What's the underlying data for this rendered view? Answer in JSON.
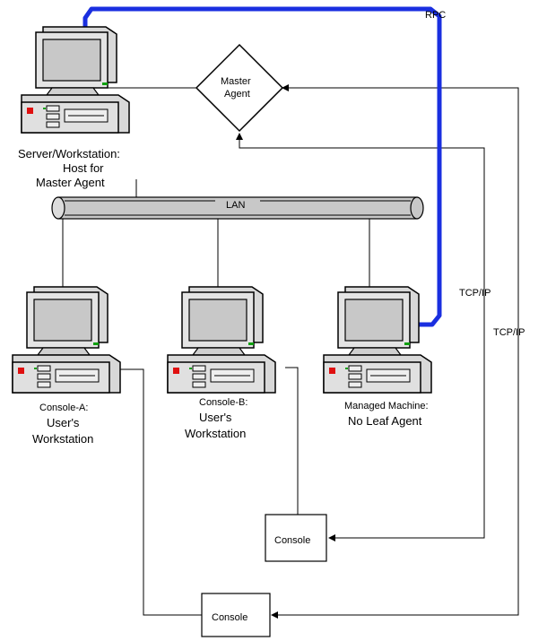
{
  "labels": {
    "rpc": "RPC",
    "master_agent_line1": "Master",
    "master_agent_line2": "Agent",
    "server_line1": "Server/Workstation:",
    "server_line2": "Host for",
    "server_line3": "Master Agent",
    "lan": "LAN",
    "tcpip_inner": "TCP/IP",
    "tcpip_outer": "TCP/IP",
    "console_a_line1": "Console-A:",
    "console_a_line2": "User's",
    "console_a_line3": "Workstation",
    "console_b_line1": "Console-B:",
    "console_b_line2": "User's",
    "console_b_line3": "Workstation",
    "managed_line1": "Managed Machine:",
    "managed_line2": "No Leaf Agent",
    "console_box_1": "Console",
    "console_box_2": "Console"
  },
  "colors": {
    "rpc_line": "#1a2fe0",
    "computer_body": "#d8d8d8",
    "screen": "#c8c8c8",
    "led_red": "#e01010",
    "led_green": "#10a010",
    "lan_pipe": "#c8c8c8"
  }
}
